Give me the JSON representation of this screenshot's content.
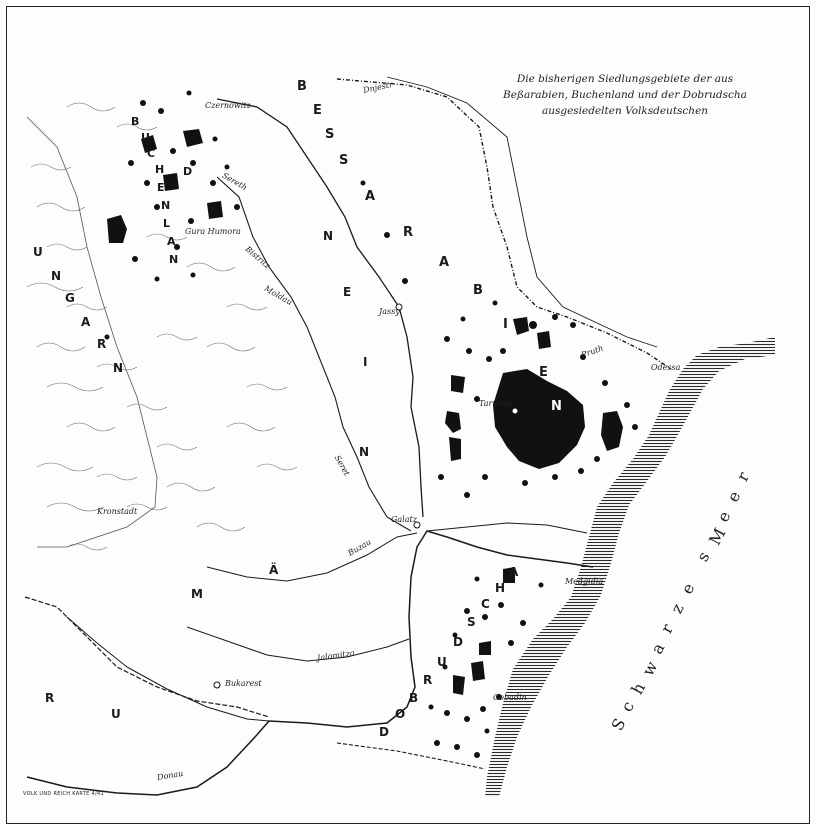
{
  "map": {
    "title_lines": [
      "Die bisherigen Siedlungsgebiete der aus",
      "Beßarabien, Buchenland und der Dobrudscha",
      "ausgesiedelten Volksdeutschen"
    ],
    "regions": {
      "bessarabien": [
        "B",
        "E",
        "S",
        "S",
        "A",
        "R",
        "A",
        "B",
        "I",
        "E",
        "N"
      ],
      "rumaenien": [
        "R",
        "U",
        "M",
        "Ä",
        "N",
        "I",
        "E",
        "N"
      ],
      "buchenland": [
        "B",
        "U",
        "C",
        "H",
        "E",
        "N",
        "L",
        "A",
        "N",
        "D"
      ],
      "ungarn": [
        "U",
        "N",
        "G",
        "A",
        "R",
        "N"
      ],
      "dobrudscha": [
        "D",
        "O",
        "B",
        "R",
        "U",
        "D",
        "S",
        "C",
        "H",
        "A"
      ]
    },
    "sea_label": "Schwarzes Meer",
    "cities": {
      "czernowitz": "Czernowitz",
      "jassy": "Jassy",
      "tarutino": "Tarutino",
      "galatz": "Galatz",
      "bukarest": "Bukarest",
      "odessa": "Odessa",
      "kronstadt": "Kronstadt",
      "gura_humora": "Gura Humora",
      "cobadin": "Cobadin",
      "medgidia": "Medgidia"
    },
    "rivers": {
      "dnjestr": "Dnjestr",
      "pruth": "Pruth",
      "sereth": "Sereth",
      "seret": "Seret",
      "bistritz": "Bistritz",
      "jalomitza": "Jalomitza",
      "donau": "Donau",
      "buzau": "Buzau",
      "moldau": "Moldau"
    },
    "footer": "VOLK UND REICH KARTE 4/41"
  },
  "colors": {
    "ink": "#1a1a1a",
    "paper": "#fdfdfb",
    "sea_hatch": "#2a2a2a"
  }
}
